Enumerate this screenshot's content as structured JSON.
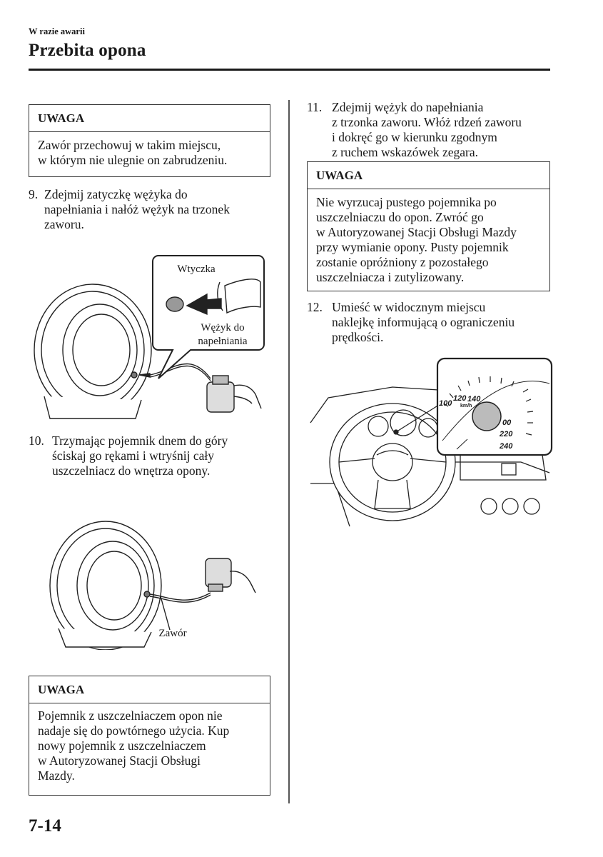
{
  "header": {
    "section": "W razie awarii",
    "title": "Przebita opona"
  },
  "left": {
    "note1": {
      "heading": "UWAGA",
      "text": "Zawór przechowuj w takim miejscu,\nw którym nie ulegnie on zabrudzeniu."
    },
    "step9": {
      "number": "9.",
      "text": "Zdejmij zatyczkę wężyka do\nnapełniania i nałóż wężyk na trzonek\nzaworu."
    },
    "figure1": {
      "label_plug": "Wtyczka",
      "label_hose": "Wężyk do\nnapełniania"
    },
    "step10": {
      "number": "10.",
      "text": "Trzymając pojemnik dnem do góry\nściskaj go rękami i wtryśnij cały\nuszczelniacz do wnętrza opony."
    },
    "figure2": {
      "label_valve": "Zawór"
    },
    "note2": {
      "heading": "UWAGA",
      "text": "Pojemnik z uszczelniaczem opon nie\nnadaje się do powtórnego użycia. Kup\nnowy pojemnik z uszczelniaczem\nw Autoryzowanej Stacji Obsługi\nMazdy."
    }
  },
  "right": {
    "step11": {
      "number": "11.",
      "text": "Zdejmij wężyk do napełniania\nz trzonka zaworu. Włóż rdzeń zaworu\ni dokręć go w kierunku zgodnym\nz ruchem wskazówek zegara."
    },
    "note3": {
      "heading": "UWAGA",
      "text": "Nie wyrzucaj pustego pojemnika po\nuszczelniaczu do opon. Zwróć go\nw Autoryzowanej Stacji Obsługi Mazdy\nprzy wymianie opony. Pusty pojemnik\nzostanie opróżniony z pozostałego\nuszczelniacza i zutylizowany."
    },
    "step12": {
      "number": "12.",
      "text": "Umieść w widocznym miejscu\nnaklejkę informującą o ograniczeniu\nprędkości."
    },
    "figure3": {
      "speed_100": "100",
      "speed_120": "120",
      "speed_140": "140",
      "speed_unit": "km/h",
      "speed_200": "00",
      "speed_220": "220",
      "speed_240": "240"
    }
  },
  "footer": {
    "page_number": "7-14"
  }
}
